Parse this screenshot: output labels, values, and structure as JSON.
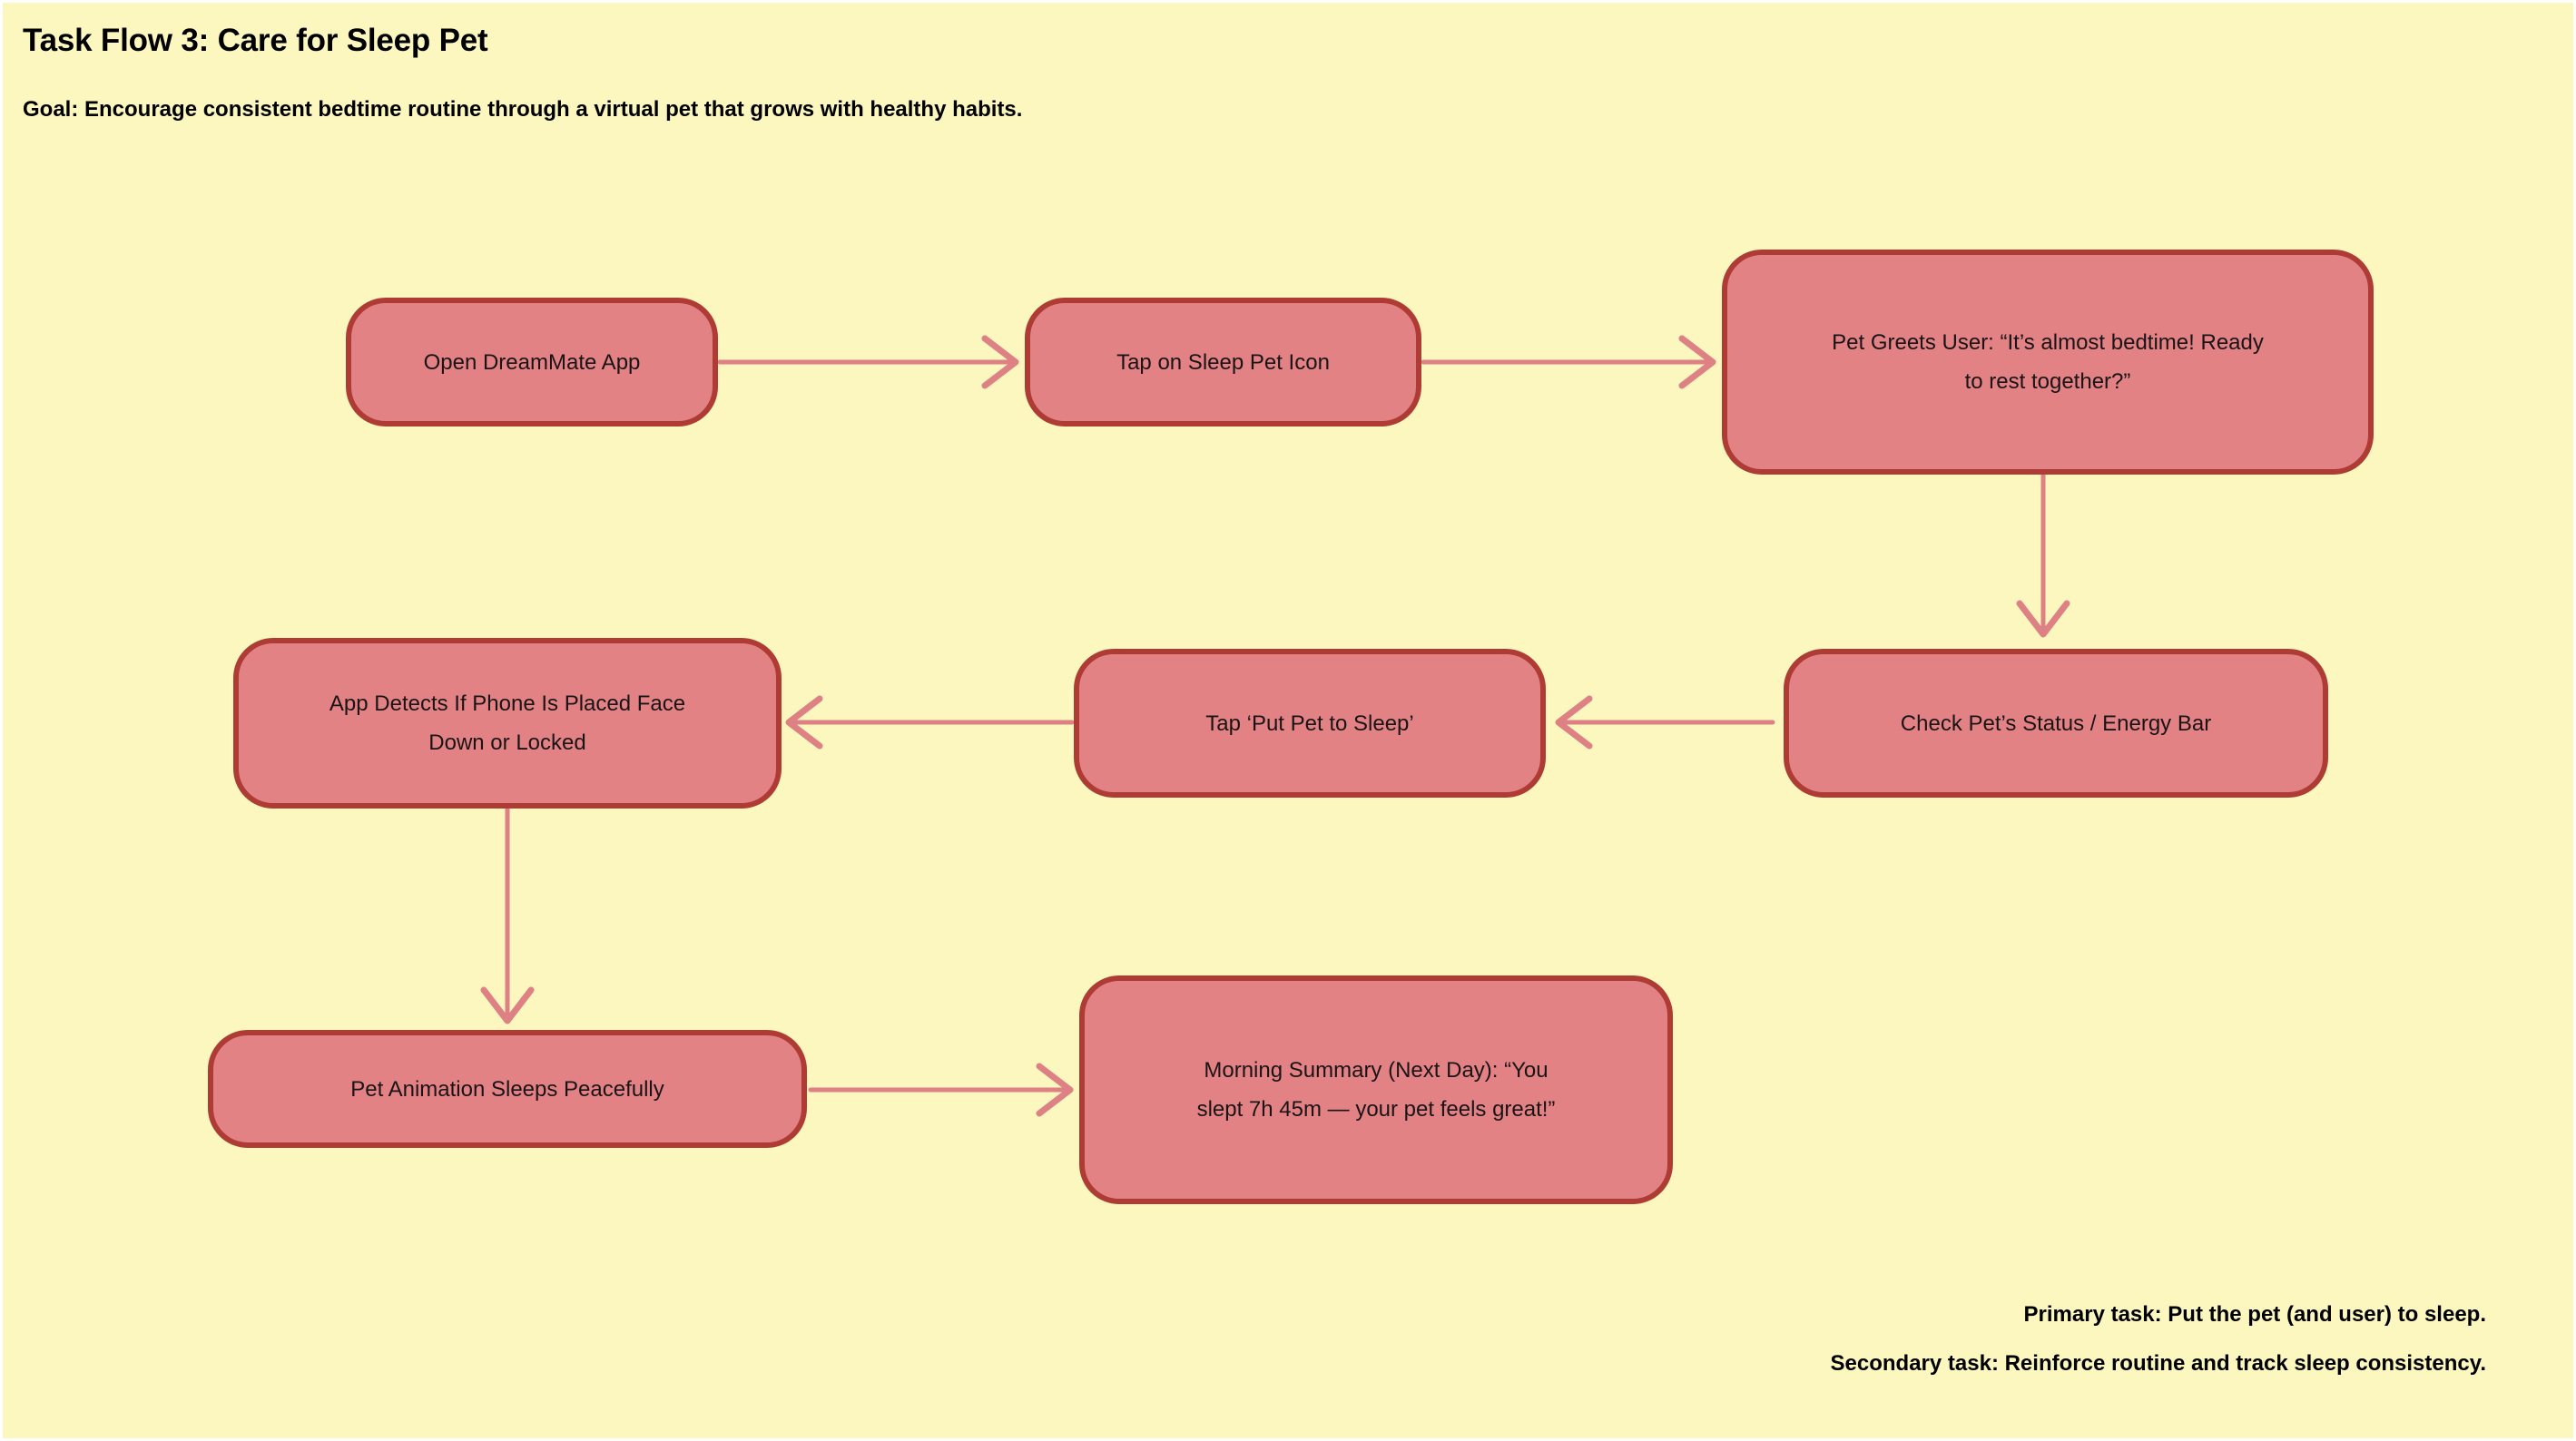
{
  "header": {
    "title": "Task Flow 3: Care for Sleep Pet",
    "goal": "Goal: Encourage consistent bedtime routine through a virtual pet that grows with healthy habits."
  },
  "footer": {
    "primary": "Primary task: Put the pet (and user) to sleep.",
    "secondary": "Secondary task: Reinforce routine and track sleep consistency."
  },
  "colors": {
    "background": "#FCF7BE",
    "node_fill": "#E28285",
    "node_border": "#AE3B34",
    "edge": "#DD8185",
    "text": "#1b1416"
  },
  "flow": {
    "nodes": [
      {
        "id": "open-app",
        "label": "Open DreamMate App"
      },
      {
        "id": "tap-pet-icon",
        "label": "Tap on Sleep Pet Icon"
      },
      {
        "id": "pet-greets",
        "line1": "Pet Greets User: “It’s almost bedtime! Ready",
        "line2": "to rest together?”"
      },
      {
        "id": "check-status",
        "label": "Check Pet’s Status / Energy Bar"
      },
      {
        "id": "tap-put-sleep",
        "label": "Tap ‘Put Pet to Sleep’"
      },
      {
        "id": "detect-phone",
        "line1": "App Detects If Phone Is Placed Face",
        "line2": "Down or Locked"
      },
      {
        "id": "pet-sleeps",
        "label": "Pet Animation Sleeps Peacefully"
      },
      {
        "id": "morning-summary",
        "line1": "Morning Summary (Next Day): “You",
        "line2": "slept 7h 45m — your pet feels great!”"
      }
    ],
    "edges": [
      {
        "from": "open-app",
        "to": "tap-pet-icon",
        "direction": "right"
      },
      {
        "from": "tap-pet-icon",
        "to": "pet-greets",
        "direction": "right"
      },
      {
        "from": "pet-greets",
        "to": "check-status",
        "direction": "down"
      },
      {
        "from": "check-status",
        "to": "tap-put-sleep",
        "direction": "left"
      },
      {
        "from": "tap-put-sleep",
        "to": "detect-phone",
        "direction": "left"
      },
      {
        "from": "detect-phone",
        "to": "pet-sleeps",
        "direction": "down"
      },
      {
        "from": "pet-sleeps",
        "to": "morning-summary",
        "direction": "right"
      }
    ]
  }
}
